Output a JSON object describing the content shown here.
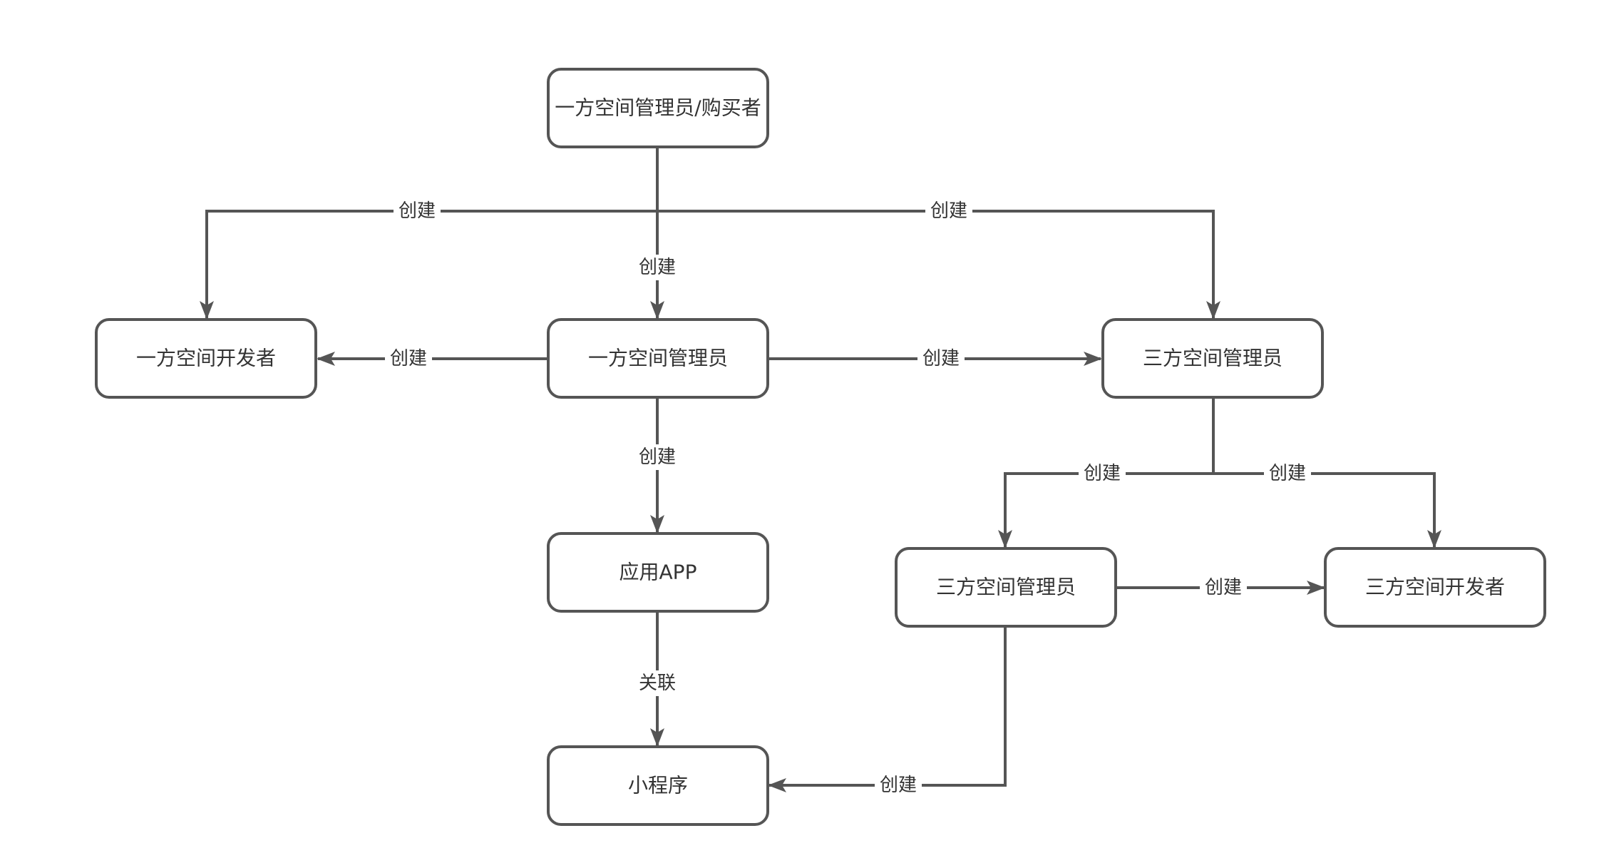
{
  "nodes": {
    "root": "一方空间管理员/购买者",
    "first_dev": "一方空间开发者",
    "first_admin": "一方空间管理员",
    "third_admin_top": "三方空间管理员",
    "app": "应用APP",
    "third_admin_sub": "三方空间管理员",
    "third_dev": "三方空间开发者",
    "mini_program": "小程序"
  },
  "edge_labels": {
    "create": "创建",
    "associate": "关联"
  },
  "colors": {
    "stroke": "#555555",
    "text": "#333333",
    "background": "#ffffff"
  }
}
